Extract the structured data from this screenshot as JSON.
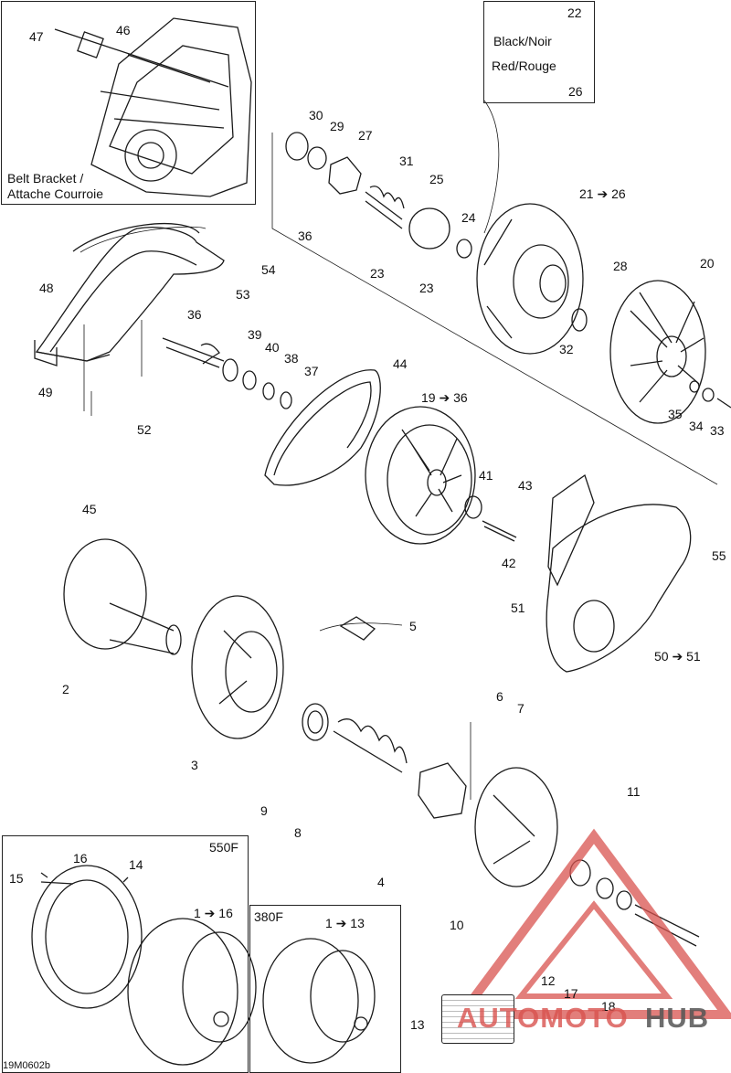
{
  "diagram_code": "19M0602b",
  "inset_belt": {
    "line1": "Belt Bracket /",
    "line2": "Attache Courroie"
  },
  "color_legend": {
    "top_no": "22",
    "black": "Black/Noir",
    "red": "Red/Rouge",
    "bottom_no": "26"
  },
  "variant_550": {
    "title": "550F",
    "range": "1 ➔ 16"
  },
  "variant_380": {
    "title": "380F",
    "range": "1 ➔ 13"
  },
  "callouts": {
    "c2": "2",
    "c3": "3",
    "c4": "4",
    "c5": "5",
    "c6": "6",
    "c7": "7",
    "c8": "8",
    "c9": "9",
    "c10": "10",
    "c11": "11",
    "c12": "12",
    "c13": "13",
    "c14": "14",
    "c15": "15",
    "c16": "16",
    "c17": "17",
    "c18": "18",
    "c19": "19 ➔ 36",
    "c20": "20",
    "c21": "21 ➔ 26",
    "c23a": "23",
    "c23b": "23",
    "c24": "24",
    "c25": "25",
    "c27": "27",
    "c28": "28",
    "c29": "29",
    "c30": "30",
    "c31": "31",
    "c32": "32",
    "c33": "33",
    "c34": "34",
    "c35": "35",
    "c36a": "36",
    "c36b": "36",
    "c37": "37",
    "c38": "38",
    "c39": "39",
    "c40": "40",
    "c41": "41",
    "c42": "42",
    "c43": "43",
    "c44": "44",
    "c45": "45",
    "c46": "46",
    "c47": "47",
    "c48": "48",
    "c49": "49",
    "c50": "50 ➔ 51",
    "c51": "51",
    "c52": "52",
    "c53": "53",
    "c54": "54",
    "c55": "55"
  },
  "watermark": {
    "part1": "AUTOMOTO",
    "part2": "HUB"
  },
  "colors": {
    "line": "#1a1a1a",
    "watermark_red": "#d9534f",
    "watermark_dark": "#555555"
  }
}
